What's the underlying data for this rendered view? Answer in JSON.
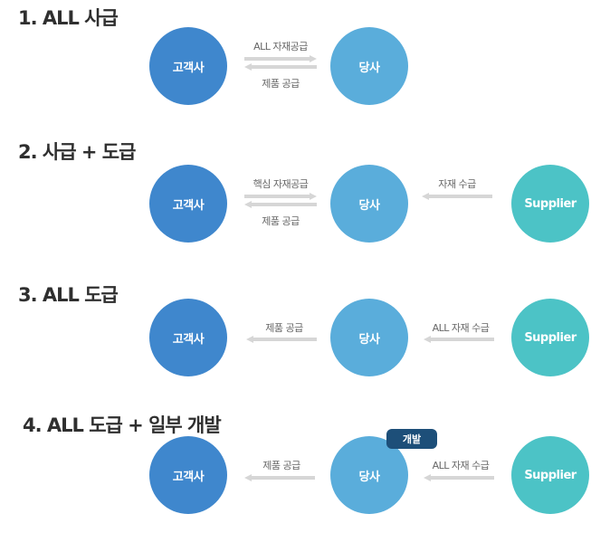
{
  "sections": [
    {
      "title": "1. ALL 사급",
      "nodes": {
        "client": "고객사",
        "us": "당사"
      },
      "labels": {
        "to_us": "ALL 자재공급",
        "to_client": "제품 공급"
      }
    },
    {
      "title": "2. 사급 + 도급",
      "nodes": {
        "client": "고객사",
        "us": "당사",
        "supplier": "Supplier"
      },
      "labels": {
        "to_us": "핵심 자재공급",
        "to_client": "제품 공급",
        "from_supplier": "자재 수급"
      }
    },
    {
      "title": "3. ALL  도급",
      "nodes": {
        "client": "고객사",
        "us": "당사",
        "supplier": "Supplier"
      },
      "labels": {
        "to_client": "제품 공급",
        "from_supplier": "ALL 자재 수급"
      }
    },
    {
      "title": "4. ALL 도급 + 일부 개발",
      "nodes": {
        "client": "고객사",
        "us": "당사",
        "supplier": "Supplier"
      },
      "labels": {
        "to_client": "제품 공급",
        "from_supplier": "ALL 자재 수급"
      },
      "badge": "개발"
    }
  ],
  "colors": {
    "client": "#3f87cd",
    "us": "#5aaddb",
    "supplier": "#4cc3c6",
    "badge": "#1d4f79",
    "arrow": "#d6d6d6"
  }
}
